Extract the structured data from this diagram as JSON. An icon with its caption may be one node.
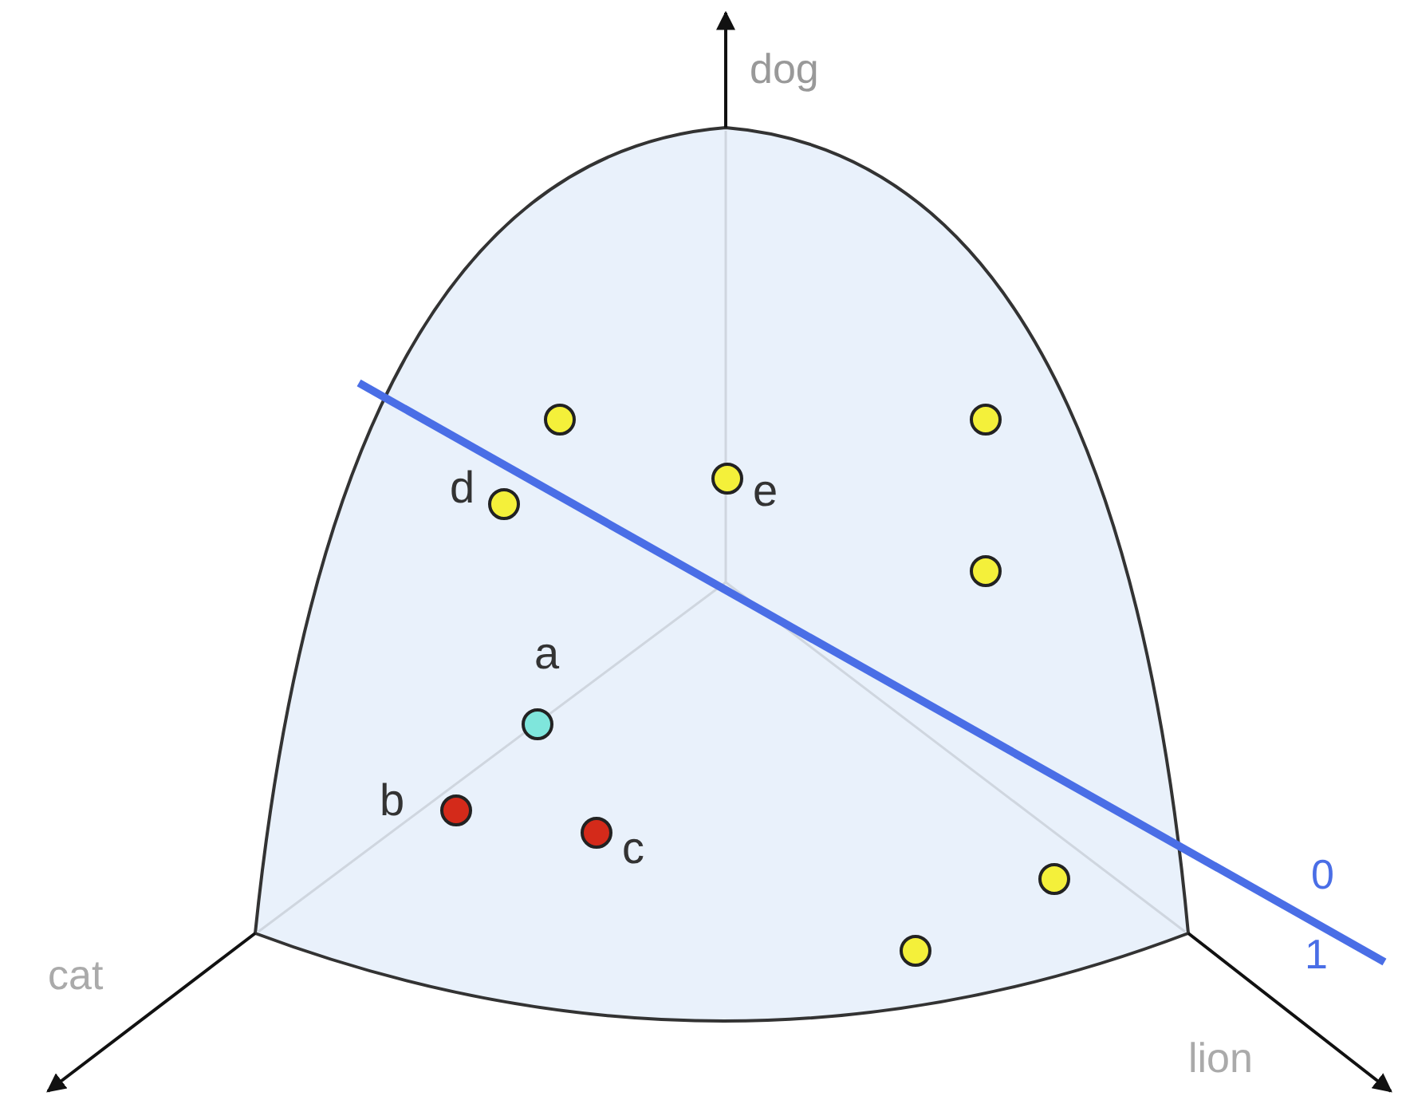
{
  "diagram": {
    "nodes": [
      {
        "text": [],
        "shape": "circle"
      },
      {
        "text": [],
        "shape": "circle"
      },
      {
        "text": [],
        "shape": "circle",
        "beside": [
          "e"
        ]
      },
      {
        "text": [],
        "shape": "circle",
        "beside": [
          "d"
        ]
      },
      {
        "text": [],
        "shape": "circle"
      },
      {
        "text": [],
        "shape": "circle",
        "beside": [
          "a"
        ]
      },
      {
        "text": [],
        "shape": "circle",
        "beside": [
          "b"
        ]
      },
      {
        "text": [],
        "shape": "circle",
        "beside": [
          "c"
        ]
      },
      {
        "text": [],
        "shape": "circle"
      },
      {
        "text": [],
        "shape": "circle"
      }
    ],
    "edges": [],
    "labels": [
      "dog",
      "0",
      "cat",
      "1",
      "lion"
    ]
  }
}
